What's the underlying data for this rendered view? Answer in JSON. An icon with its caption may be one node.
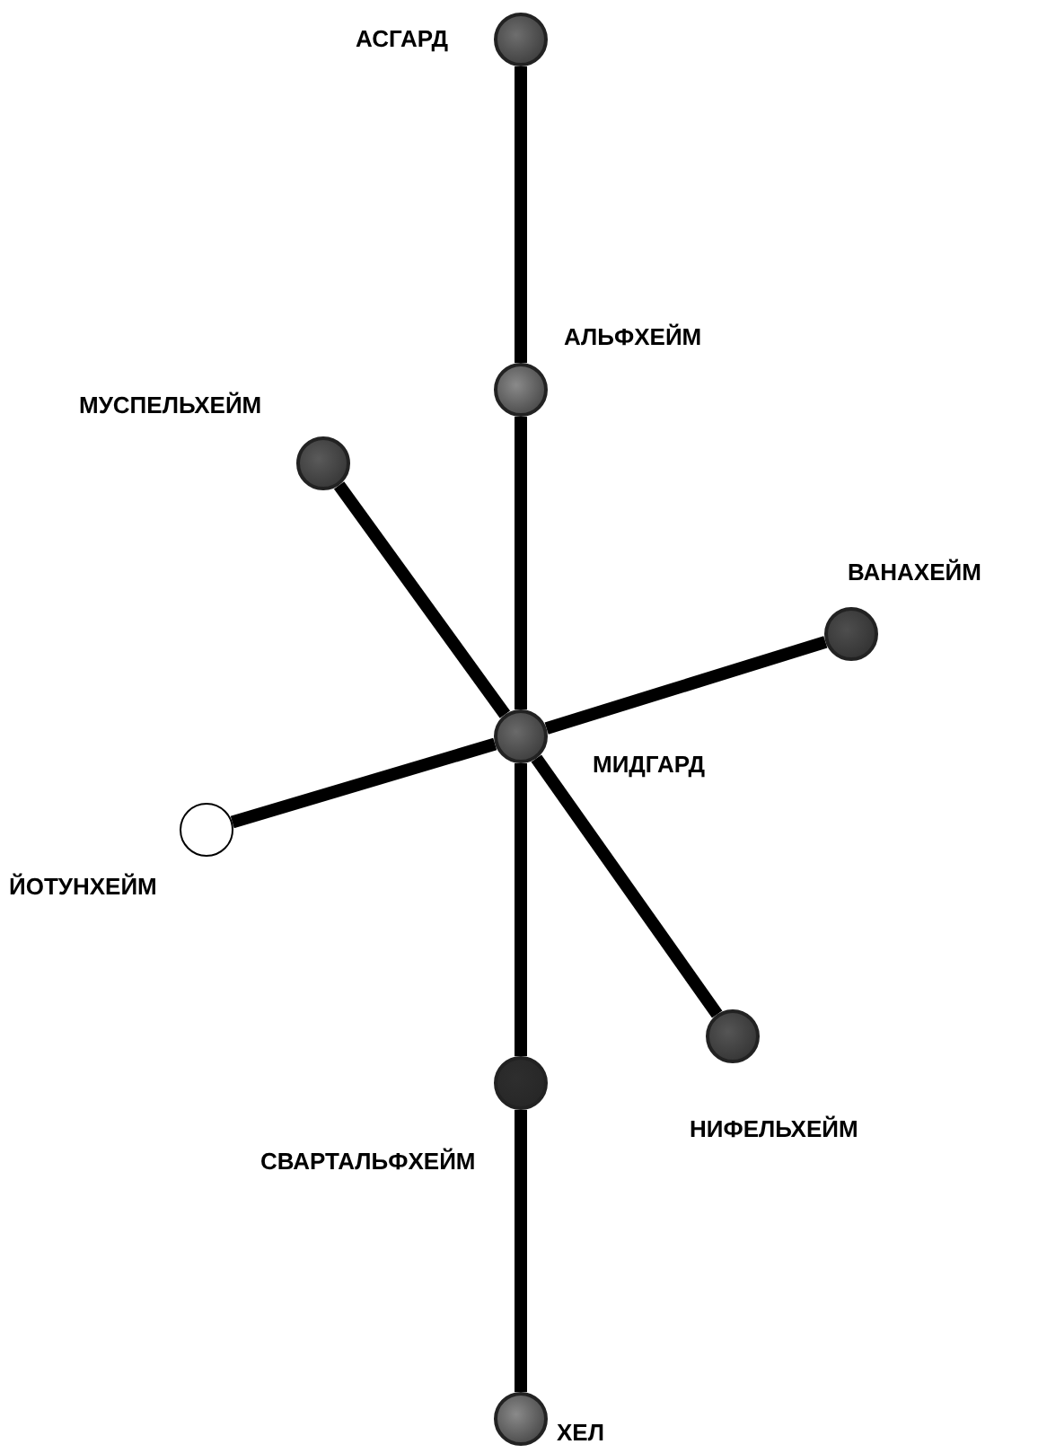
{
  "diagram": {
    "nodes": [
      {
        "text": [],
        "shape": "circle",
        "beside": [
          "АСГАРД"
        ]
      },
      {
        "text": [],
        "shape": "circle",
        "beside": [
          "АЛЬФХЕЙМ"
        ]
      },
      {
        "text": [],
        "shape": "circle",
        "beside": [
          "МУСПЕЛЬХЕЙМ"
        ]
      },
      {
        "text": [],
        "shape": "circle",
        "beside": [
          "ВАНАХЕЙМ"
        ]
      },
      {
        "text": [],
        "shape": "circle",
        "beside": [
          "МИДГАРД"
        ]
      },
      {
        "text": [],
        "shape": "circle",
        "beside": [
          "ЙОТУНХЕЙМ"
        ]
      },
      {
        "text": [],
        "shape": "circle",
        "beside": [
          "НИФЕЛЬХЕЙМ"
        ]
      },
      {
        "text": [],
        "shape": "circle",
        "beside": [
          "СВАРТАЛЬФХЕЙМ"
        ]
      },
      {
        "text": [],
        "shape": "circle",
        "beside": [
          "ХЕЛ"
        ]
      }
    ],
    "edges": [
      {
        "from": 0,
        "to": 1,
        "arrow": "none"
      },
      {
        "from": 1,
        "to": 4,
        "arrow": "none"
      },
      {
        "from": 4,
        "to": 7,
        "arrow": "none"
      },
      {
        "from": 7,
        "to": 8,
        "arrow": "none"
      },
      {
        "from": 2,
        "to": 4,
        "arrow": "none"
      },
      {
        "from": 4,
        "to": 6,
        "arrow": "none"
      },
      {
        "from": 3,
        "to": 4,
        "arrow": "none"
      },
      {
        "from": 4,
        "to": 5,
        "arrow": "none"
      }
    ]
  }
}
